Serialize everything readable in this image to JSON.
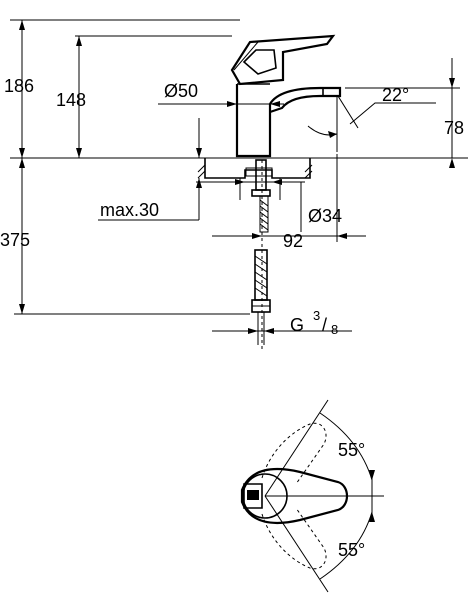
{
  "dimensions": {
    "total_height": "186",
    "spout_height": "148",
    "body_diameter": "Ø50",
    "spout_angle": "22°",
    "spout_clearance": "78",
    "hole_diameter": "Ø34",
    "max_thickness": "max.30",
    "spout_reach": "92",
    "hose_length": "375",
    "connection_base": "G",
    "connection_num": "3",
    "connection_den": "8",
    "lever_angle_top": "55°",
    "lever_angle_bottom": "55°"
  }
}
